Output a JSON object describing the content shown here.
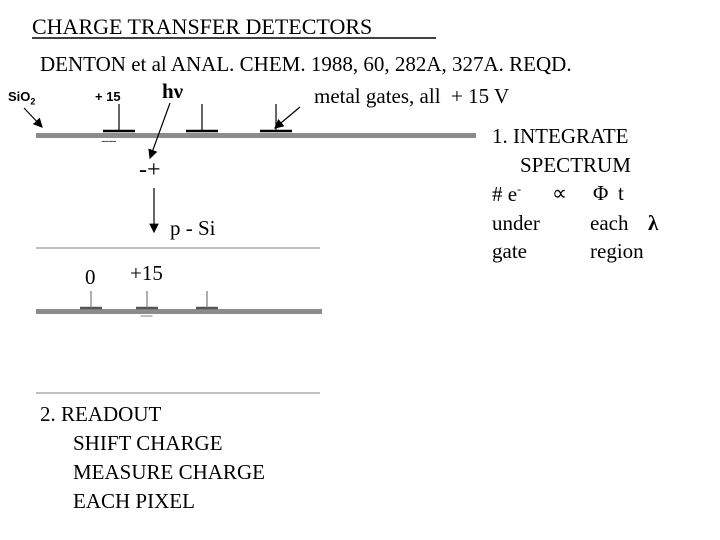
{
  "title": "CHARGE  TRANSFER  DETECTORS",
  "reference": "DENTON  et  al   ANAL.  CHEM.  1988, 60, 282A, 327A.  REQD.",
  "labels": {
    "sio2_main": "SiO",
    "sio2_sub": "2",
    "plus15_gate": "+ 15",
    "h_nu": "hν",
    "metal_gates": "metal gates, all",
    "plus15v": "+ 15 V",
    "charge_pair": "-+",
    "p_si": "p - Si",
    "zero": "0",
    "plus15_second": "+15",
    "charge_dashes_top": "----",
    "charge_dashes_bottom": "----"
  },
  "integrate": {
    "line1": "1.  INTEGRATE",
    "line2": "SPECTRUM",
    "line3_a": "# e",
    "line3_sup": "-",
    "line3_prop": "∝",
    "line3_phi": "Φ",
    "line3_t": "t",
    "line4_a": "under",
    "line4_b": "each",
    "line4_lambda": "λ",
    "line5_a": "gate",
    "line5_b": "region"
  },
  "readout": {
    "line1": "2.  READOUT",
    "line2": "SHIFT CHARGE",
    "line3": "MEASURE  CHARGE",
    "line4": "EACH  PIXEL"
  }
}
